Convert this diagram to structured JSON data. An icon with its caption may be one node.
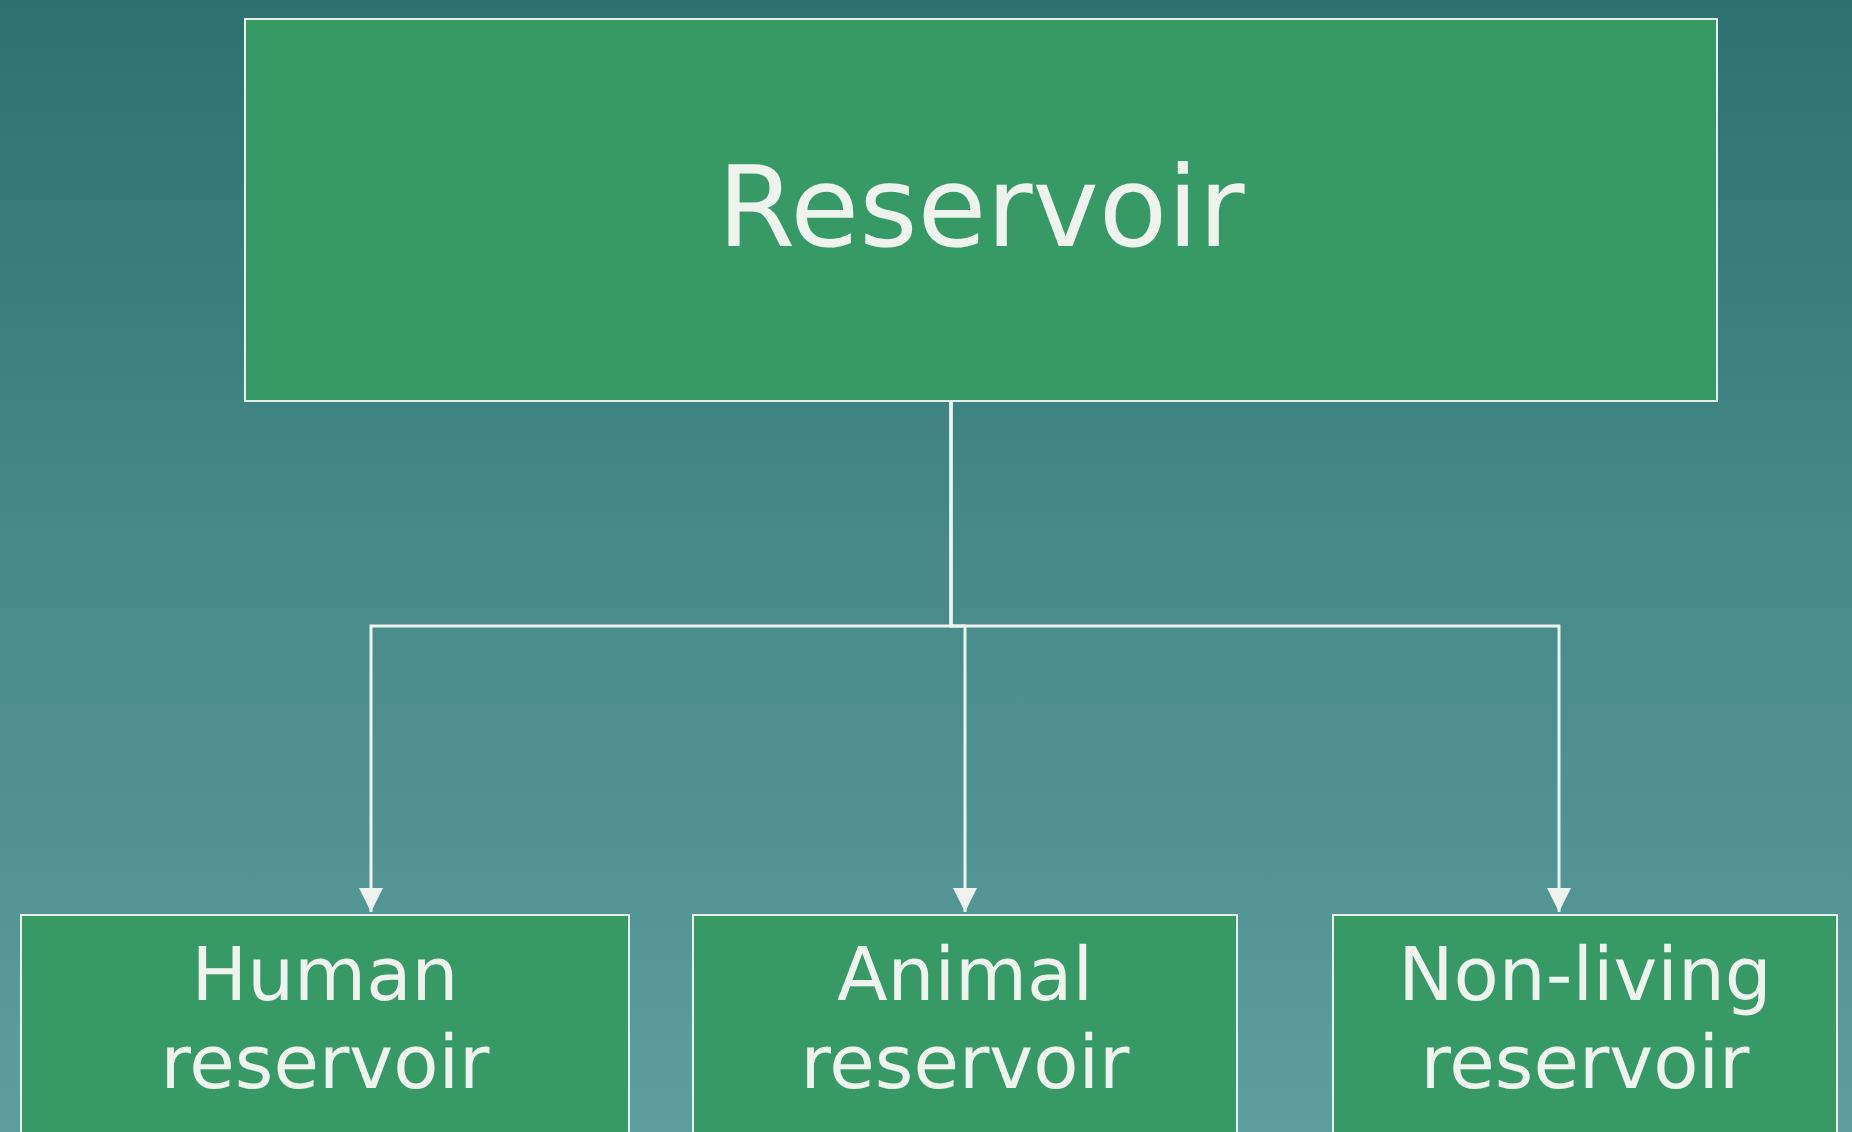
{
  "diagram": {
    "nodes": [
      {
        "text": [
          "Reservoir"
        ]
      },
      {
        "text": [
          "Human reservoir"
        ]
      },
      {
        "text": [
          "Animal reservoir"
        ]
      },
      {
        "text": [
          "Non-living reservoir"
        ]
      }
    ],
    "edges": [
      {
        "from": 0,
        "to": 1,
        "arrow": "to"
      },
      {
        "from": 0,
        "to": 2,
        "arrow": "to"
      },
      {
        "from": 0,
        "to": 3,
        "arrow": "to"
      }
    ]
  }
}
